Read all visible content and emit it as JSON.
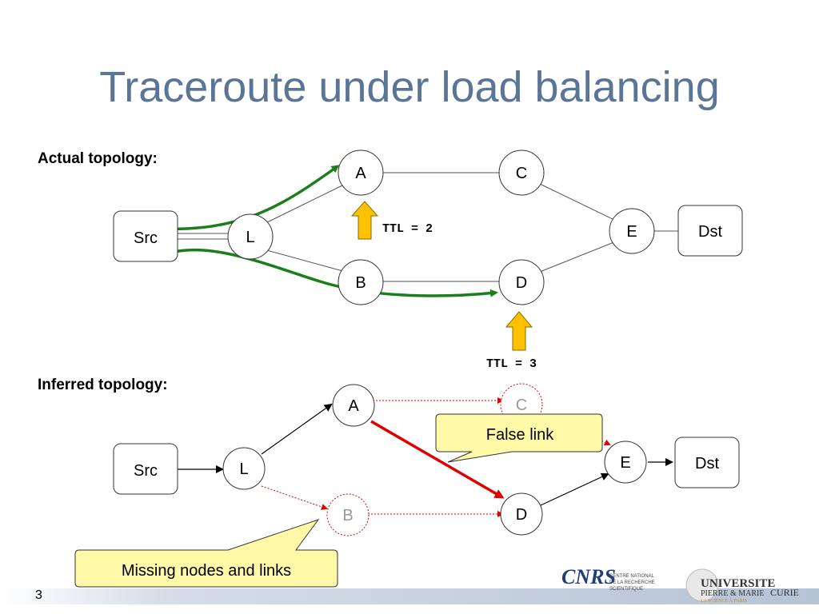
{
  "slide": {
    "title": "Traceroute under load balancing",
    "page_number": "3"
  },
  "actual": {
    "label": "Actual topology:",
    "nodes": {
      "src": "Src",
      "l": "L",
      "a": "A",
      "b": "B",
      "c": "C",
      "d": "D",
      "e": "E",
      "dst": "Dst"
    },
    "ttl2": "TTL = 2",
    "ttl3": "TTL = 3"
  },
  "inferred": {
    "label": "Inferred topology:",
    "nodes": {
      "src": "Src",
      "l": "L",
      "a": "A",
      "b": "B",
      "c": "C",
      "d": "D",
      "e": "E",
      "dst": "Dst"
    },
    "false_link_callout": "False link",
    "missing_callout": "Missing nodes and links"
  },
  "logos": {
    "cnrs_mark": "CNRS",
    "cnrs_lines": [
      "CENTRE NATIONAL",
      "DE LA RECHERCHE",
      "SCIENTIFIQUE"
    ],
    "upmc_line1": "UNIVERSITE",
    "upmc_line2": "PIERRE & MARIE",
    "upmc_line3": "CURIE",
    "upmc_tagline": "LA SCIENCE À PARIS"
  },
  "colors": {
    "title": "#5a7596",
    "probe_path": "#1a7f1a",
    "false_link": "#e00000",
    "missing_link": "#e00000",
    "arrow_fill": "#ffc000",
    "callout_fill": "#fff9a8",
    "ghost_node": "#9a9a9a"
  }
}
